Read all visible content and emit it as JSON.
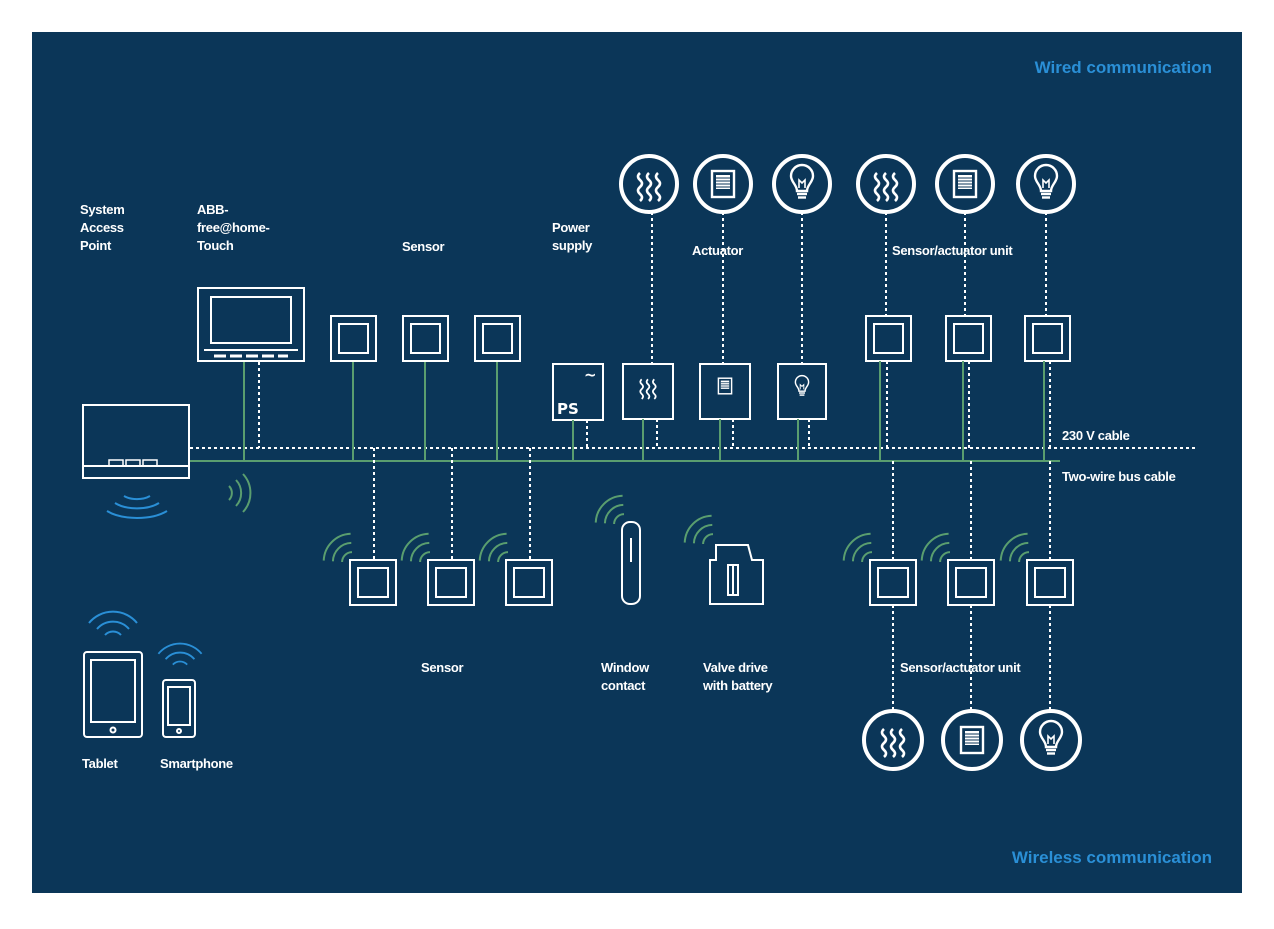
{
  "colors": {
    "background": "#0b3658",
    "line_white": "#ffffff",
    "line_green": "#5a9e6f",
    "accent_blue": "#2a8fd6"
  },
  "corner_labels": {
    "wired": "Wired communication",
    "wireless": "Wireless communication"
  },
  "cable_labels": {
    "ac": "230 V cable",
    "bus": "Two-wire bus cable"
  },
  "labels": {
    "sap": [
      "System",
      "Access",
      "Point"
    ],
    "touch": [
      "ABB-",
      "free@home-",
      "Touch"
    ],
    "sensor_top": "Sensor",
    "power_supply": [
      "Power",
      "supply"
    ],
    "ps_device": "PS",
    "ps_symbol": "~",
    "actuator": "Actuator",
    "sa_unit_top": "Sensor/actuator unit",
    "sensor_bottom": "Sensor",
    "window_contact": [
      "Window",
      "contact"
    ],
    "valve_drive": [
      "Valve drive",
      "with battery"
    ],
    "sa_unit_bottom": "Sensor/actuator unit",
    "tablet": "Tablet",
    "smartphone": "Smartphone"
  }
}
